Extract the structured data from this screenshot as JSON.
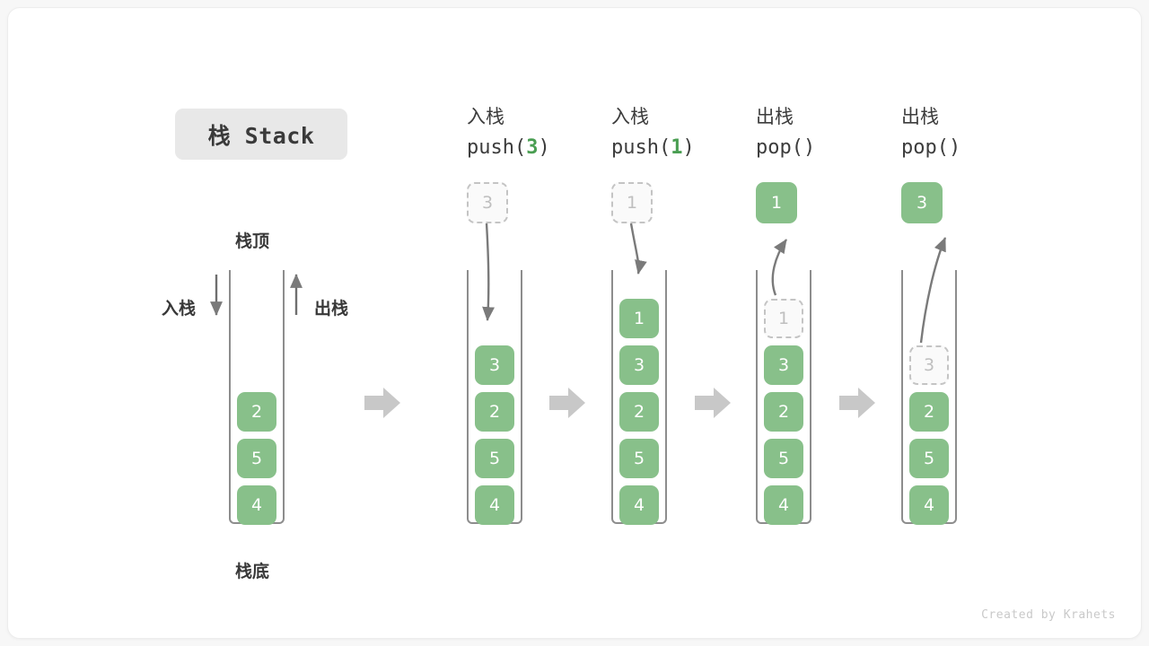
{
  "figure": {
    "title_badge": "栈 Stack",
    "credit": "Created by Krahets",
    "labels": {
      "top": "栈顶",
      "bottom": "栈底",
      "push_side": "入栈",
      "pop_side": "出栈"
    },
    "colors": {
      "cell_fill": "#88c08a",
      "cell_text": "#ffffff",
      "ghost_fill": "#fafafa",
      "ghost_border": "#c4c4c4",
      "ghost_text": "#bfbfbf",
      "container_border": "#8d8d8d",
      "arrow": "#7a7a7a",
      "step_arrow": "#c8c8c8",
      "badge_bg": "#e8e8e8",
      "accent_green": "#4a9e52",
      "canvas_bg": "#f7f7f7",
      "card_bg": "#ffffff"
    }
  },
  "initial_stack": {
    "name": "initial",
    "slots": [
      {
        "value": "",
        "state": "empty"
      },
      {
        "value": "",
        "state": "empty"
      },
      {
        "value": "2",
        "state": "filled"
      },
      {
        "value": "5",
        "state": "filled"
      },
      {
        "value": "4",
        "state": "filled"
      }
    ]
  },
  "steps": [
    {
      "id": "push-3",
      "op_cn": "入栈",
      "op_code_prefix": "push(",
      "op_code_arg": "3",
      "op_code_suffix": ")",
      "floating": {
        "value": "3",
        "state": "ghost",
        "position": "above"
      },
      "arrow": "down-into-stack",
      "slots": [
        {
          "value": "",
          "state": "empty"
        },
        {
          "value": "3",
          "state": "filled"
        },
        {
          "value": "2",
          "state": "filled"
        },
        {
          "value": "5",
          "state": "filled"
        },
        {
          "value": "4",
          "state": "filled"
        }
      ]
    },
    {
      "id": "push-1",
      "op_cn": "入栈",
      "op_code_prefix": "push(",
      "op_code_arg": "1",
      "op_code_suffix": ")",
      "floating": {
        "value": "1",
        "state": "ghost",
        "position": "above"
      },
      "arrow": "down-into-stack",
      "slots": [
        {
          "value": "1",
          "state": "filled"
        },
        {
          "value": "3",
          "state": "filled"
        },
        {
          "value": "2",
          "state": "filled"
        },
        {
          "value": "5",
          "state": "filled"
        },
        {
          "value": "4",
          "state": "filled"
        }
      ]
    },
    {
      "id": "pop-1",
      "op_cn": "出栈",
      "op_code_prefix": "pop(",
      "op_code_arg": "",
      "op_code_suffix": ")",
      "floating": {
        "value": "1",
        "state": "filled",
        "position": "above"
      },
      "arrow": "up-out-of-stack",
      "slots": [
        {
          "value": "1",
          "state": "ghost"
        },
        {
          "value": "3",
          "state": "filled"
        },
        {
          "value": "2",
          "state": "filled"
        },
        {
          "value": "5",
          "state": "filled"
        },
        {
          "value": "4",
          "state": "filled"
        }
      ]
    },
    {
      "id": "pop-3",
      "op_cn": "出栈",
      "op_code_prefix": "pop(",
      "op_code_arg": "",
      "op_code_suffix": ")",
      "floating": {
        "value": "3",
        "state": "filled",
        "position": "above"
      },
      "arrow": "up-out-of-stack",
      "slots": [
        {
          "value": "",
          "state": "empty"
        },
        {
          "value": "3",
          "state": "ghost"
        },
        {
          "value": "2",
          "state": "filled"
        },
        {
          "value": "5",
          "state": "filled"
        },
        {
          "value": "4",
          "state": "filled"
        }
      ]
    }
  ]
}
